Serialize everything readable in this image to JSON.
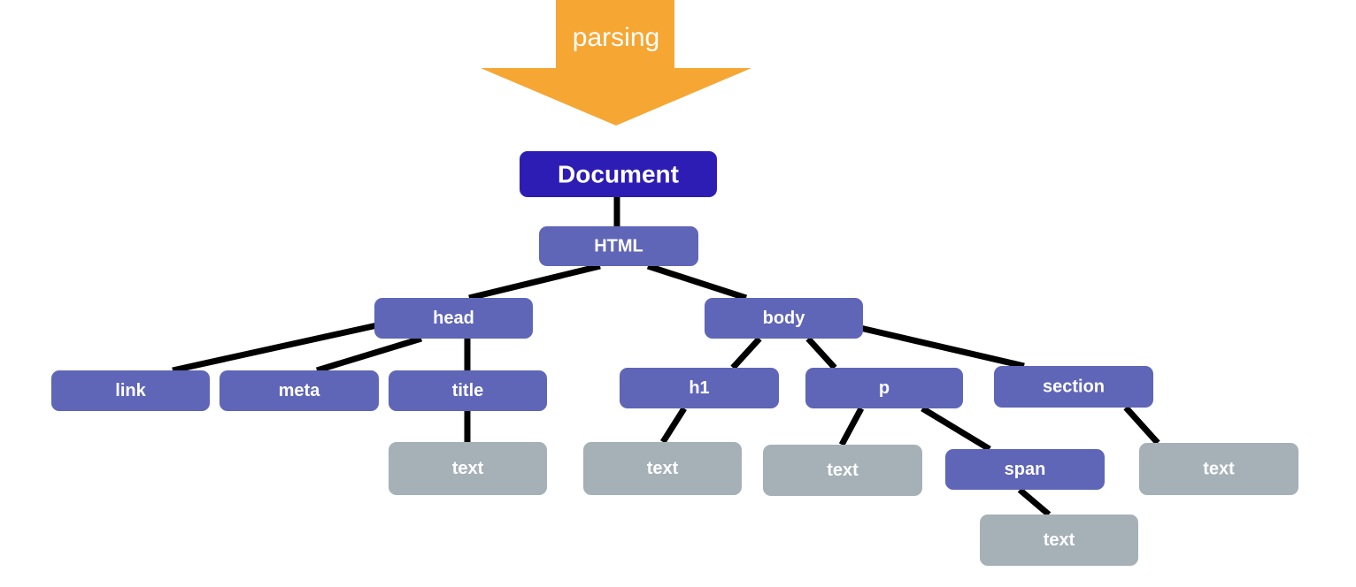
{
  "arrow": {
    "label": "parsing",
    "icon": "down-arrow-icon",
    "color": "#f5a633"
  },
  "colors": {
    "root": "#2e1db5",
    "element": "#5f65b7",
    "text_node": "#a5b1b7",
    "edge": "#000000",
    "label": "#ffffff"
  },
  "tree": {
    "nodes": [
      {
        "id": "document",
        "label": "Document",
        "kind": "root"
      },
      {
        "id": "html",
        "label": "HTML",
        "kind": "element"
      },
      {
        "id": "head",
        "label": "head",
        "kind": "element"
      },
      {
        "id": "body",
        "label": "body",
        "kind": "element"
      },
      {
        "id": "link",
        "label": "link",
        "kind": "element"
      },
      {
        "id": "meta",
        "label": "meta",
        "kind": "element"
      },
      {
        "id": "title",
        "label": "title",
        "kind": "element"
      },
      {
        "id": "title-text",
        "label": "text",
        "kind": "text"
      },
      {
        "id": "h1",
        "label": "h1",
        "kind": "element"
      },
      {
        "id": "p",
        "label": "p",
        "kind": "element"
      },
      {
        "id": "section",
        "label": "section",
        "kind": "element"
      },
      {
        "id": "h1-text",
        "label": "text",
        "kind": "text"
      },
      {
        "id": "p-text",
        "label": "text",
        "kind": "text"
      },
      {
        "id": "span",
        "label": "span",
        "kind": "element"
      },
      {
        "id": "section-text",
        "label": "text",
        "kind": "text"
      },
      {
        "id": "span-text",
        "label": "text",
        "kind": "text"
      }
    ],
    "edges": [
      {
        "from": "document",
        "to": "html"
      },
      {
        "from": "html",
        "to": "head"
      },
      {
        "from": "html",
        "to": "body"
      },
      {
        "from": "head",
        "to": "link"
      },
      {
        "from": "head",
        "to": "meta"
      },
      {
        "from": "head",
        "to": "title"
      },
      {
        "from": "title",
        "to": "title-text"
      },
      {
        "from": "body",
        "to": "h1"
      },
      {
        "from": "body",
        "to": "p"
      },
      {
        "from": "body",
        "to": "section"
      },
      {
        "from": "h1",
        "to": "h1-text"
      },
      {
        "from": "p",
        "to": "p-text"
      },
      {
        "from": "p",
        "to": "span"
      },
      {
        "from": "span",
        "to": "span-text"
      },
      {
        "from": "section",
        "to": "section-text"
      }
    ]
  }
}
